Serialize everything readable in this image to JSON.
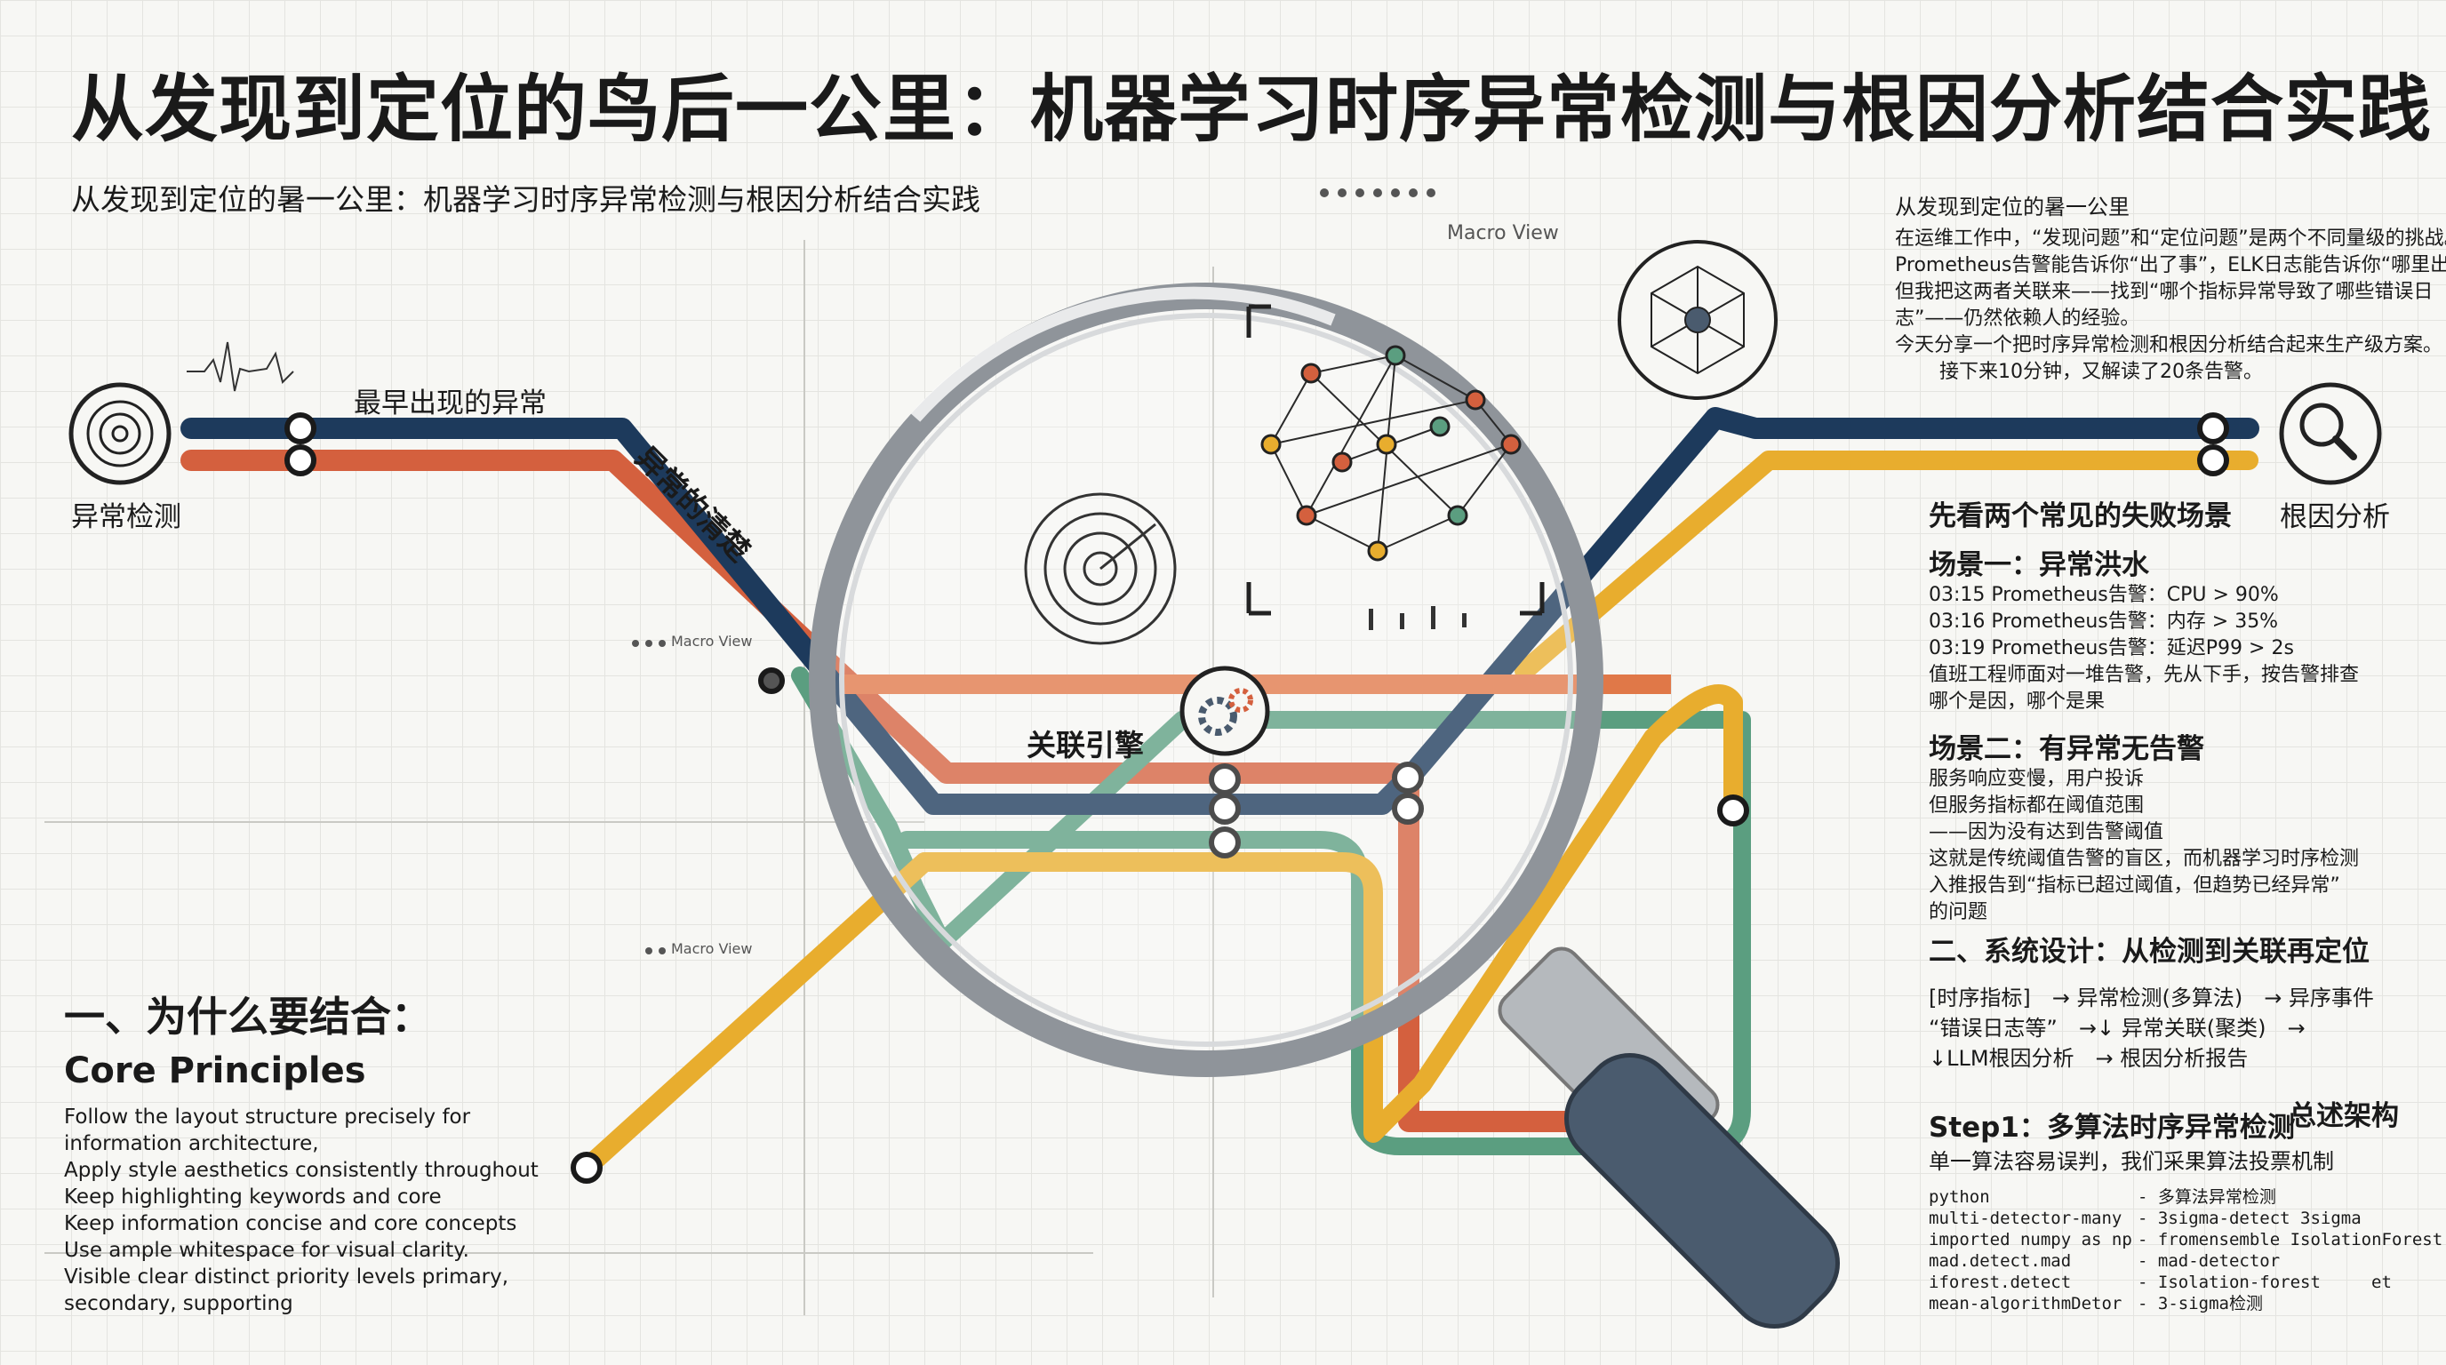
{
  "title": "从发现到定位的鸟后一公里：机器学习时序异常检测与根因分析结合实践",
  "subtitle": "从发现到定位的暑一公里：机器学习时序异常检测与根因分析结合实践",
  "nodes": {
    "anomaly_detection": "异常检测",
    "root_cause": "根因分析",
    "earliest_anomaly": "最早出现的异常",
    "anomaly_propagation": "异常的清楚",
    "engine": "关联引擎"
  },
  "macro_view": [
    "Macro View",
    "Macro View",
    "Macro View"
  ],
  "intro": {
    "heading": "从发现到定位的暑一公里",
    "lines": [
      "在运维工作中，“发现问题”和“定位问题”是两个不同量级的挑战。",
      "Prometheus告警能告诉你“出了事”，ELK日志能告诉你“哪里出了事”，",
      "但我把这两者关联来——找到“哪个指标异常导致了哪些错误日",
      "志”——仍然依赖人的经验。",
      "今天分享一个把时序异常检测和根因分析结合起来生产级方案。",
      "接下来10分钟，又解读了20条告警。"
    ]
  },
  "scenarios": {
    "heading": "先看两个常见的失败场景",
    "s1_title": "场景一：异常洪水",
    "s1_lines": [
      "03:15 Prometheus告警：CPU > 90%",
      "03:16 Prometheus告警：内存 > 35%",
      "03:19 Prometheus告警：延迟P99 > 2s",
      "值班工程师面对一堆告警，先从下手，按告警排查",
      "哪个是因，哪个是果"
    ],
    "s2_title": "场景二：有异常无告警",
    "s2_lines": [
      "服务响应变慢，用户投诉",
      "但服务指标都在阈值范围",
      "——因为没有达到告警阈值",
      "这就是传统阈值告警的盲区，而机器学习时序检测",
      "入推报告到“指标已超过阈值，但趋势已经异常”",
      "的问题"
    ]
  },
  "design": {
    "heading": "二、系统设计：从检测到关联再定位",
    "flow": [
      "[时序指标]　→ 异常检测(多算法)　→ 异序事件",
      "“错误日志等”　→↓ 异常关联(聚类)　→",
      "↓LLM根因分析　→ 根因分析报告"
    ]
  },
  "step1": {
    "heading": "Step1：多算法时序异常检测",
    "tag": "总述架构",
    "desc": "单一算法容易误判，我们采果算法投票机制",
    "code_left": [
      "python",
      "multi-detector-many",
      "imported numpy as np",
      "mad.detect.mad",
      "iforest.detect",
      "mean-algorithmDetor"
    ],
    "code_right": [
      "- 多算法异常检测",
      "- 3sigma-detect 3sigma",
      "- fromensemble IsolationForest",
      "- mad-detector",
      "- Isolation-forest",
      "- 3-sigma检测"
    ],
    "code_note": "et"
  },
  "left_section": {
    "heading": "一、为什么要结合：",
    "sub": "Core Principles",
    "lines": [
      "Follow the layout structure precisely for",
      "information architecture,",
      "Apply style aesthetics consistently throughout",
      "Keep highlighting keywords and core",
      "Keep information concise and core concepts",
      "Use ample whitespace for visual clarity.",
      "Visible clear distinct priority levels primary,",
      "secondary, supporting"
    ]
  },
  "colors": {
    "navy": "#1d3a5c",
    "orange": "#d4603e",
    "yellow": "#e8ad2e",
    "green": "#5b9e80",
    "background": "#f7f7f4",
    "glass_rim": "#8f949a",
    "handle": "#4a5b6e"
  },
  "icons": [
    "radar-icon",
    "magnifier-icon",
    "gear-icon",
    "network-icon",
    "waveform-icon"
  ]
}
